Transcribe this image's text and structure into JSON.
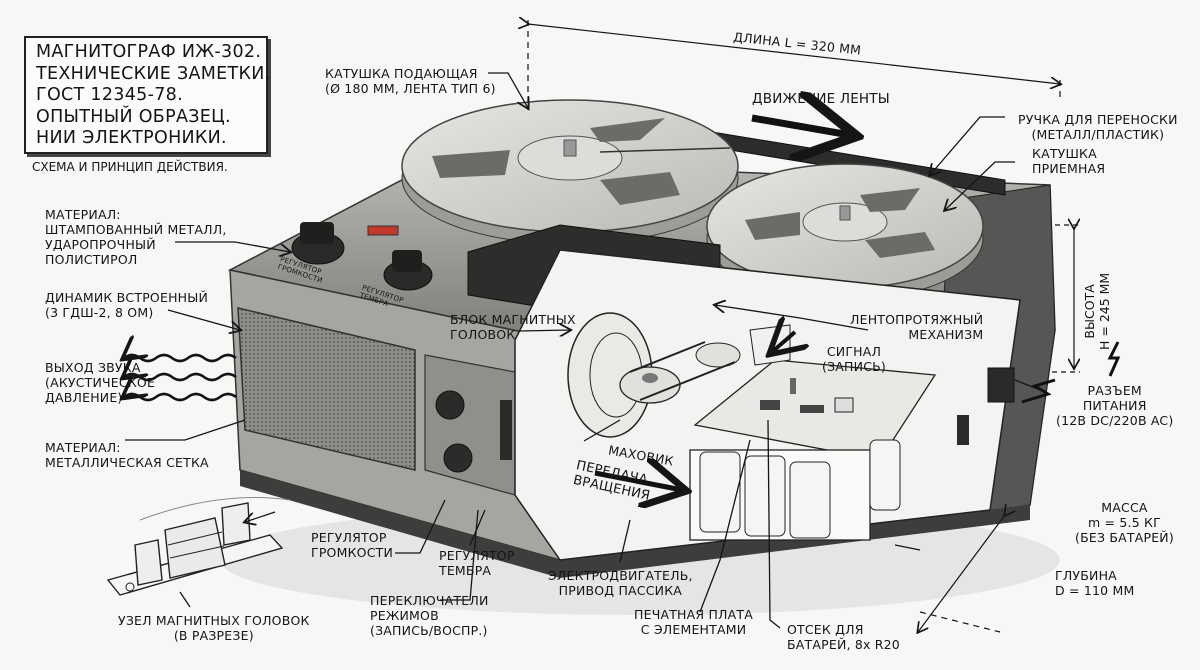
{
  "title_block": {
    "lines": [
      "МАГНИТОГРАФ ИЖ-302.",
      "ТЕХНИЧЕСКИЕ ЗАМЕТКИ.",
      "ГОСТ 12345-78.",
      "ОПЫТНЫЙ ОБРАЗЕЦ.",
      "НИИ ЭЛЕКТРОНИКИ."
    ],
    "subtitle": "СХЕМА И ПРИНЦИП ДЕЙСТВИЯ."
  },
  "dimensions": {
    "length": "ДЛИНА L = 320 ММ",
    "height": "ВЫСОТА\nH = 245 ММ",
    "depth": "ГЛУБИНА\nD = 110 ММ",
    "mass": "МАССА\nm = 5.5 КГ\n(БЕЗ БАТАРЕЙ)"
  },
  "flow_labels": {
    "tape_motion": "ДВИЖЕНИЕ ЛЕНТЫ",
    "rotation_transfer": "ПЕРЕДАЧА\nВРАЩЕНИЯ"
  },
  "panel_labels": {
    "volume_knob": "РЕГУЛЯТОР\nГРОМКОСТИ",
    "tone_knob": "РЕГУЛЯТОР\nТЕМБРА"
  },
  "callouts": {
    "supply_reel": "КАТУШКА ПОДАЮЩАЯ\n(Ø 180 ММ, ЛЕНТА ТИП 6)",
    "handle": "РУЧКА ДЛЯ ПЕРЕНОСКИ\n(МЕТАЛЛ/ПЛАСТИК)",
    "takeup_reel": "КАТУШКА\nПРИЕМНАЯ",
    "body_material": "МАТЕРИАЛ:\nШТАМПОВАННЫЙ МЕТАЛЛ,\nУДАРОПРОЧНЫЙ\nПОЛИСТИРОЛ",
    "speaker": "ДИНАМИК ВСТРОЕННЫЙ\n(3 ГДШ-2, 8 ОМ)",
    "sound_output": "ВЫХОД ЗВУКА\n(АКУСТИЧЕСКОЕ\nДАВЛЕНИЕ)",
    "grille_material": "МАТЕРИАЛ:\nМЕТАЛЛИЧЕСКАЯ СЕТКА",
    "head_block": "БЛОК МАГНИТНЫХ\nГОЛОВОК",
    "transport": "ЛЕНТОПРОТЯЖНЫЙ\nМЕХАНИЗМ",
    "signal": "СИГНАЛ\n(ЗАПИСЬ)",
    "power_connector": "РАЗЪЕМ\nПИТАНИЯ\n(12В DC/220В AC)",
    "flywheel": "МАХОВИК",
    "head_assembly": "УЗЕЛ МАГНИТНЫХ ГОЛОВОК\n(В РАЗРЕЗЕ)",
    "volume": "РЕГУЛЯТОР\nГРОМКОСТИ",
    "tone": "РЕГУЛЯТОР\nТЕМБРА",
    "mode_switches": "ПЕРЕКЛЮЧАТЕЛИ\nРЕЖИМОВ\n(ЗАПИСЬ/ВОСПР.)",
    "motor": "ЭЛЕКТРОДВИГАТЕЛЬ,\nПРИВОД ПАССИКА",
    "pcb": "ПЕЧАТНАЯ ПЛАТА\nС ЭЛЕМЕНТАМИ",
    "battery_bay": "ОТСЕК ДЛЯ\nБАТАРЕЙ, 8x R20"
  },
  "colors": {
    "body": "#9a9a97",
    "body_dark": "#5e5e5c",
    "reel": "#d6d6d3",
    "ink": "#151515",
    "paper": "#f7f7f6",
    "vu_red": "#c0392b"
  }
}
